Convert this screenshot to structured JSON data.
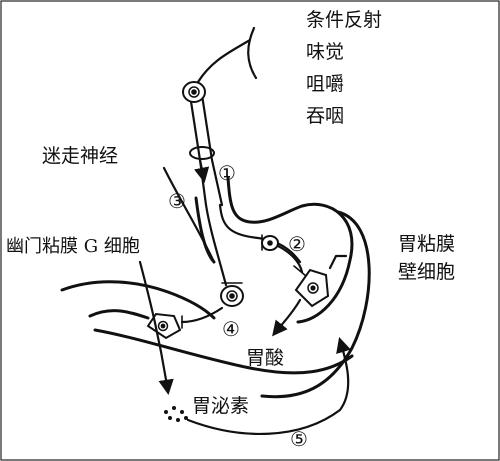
{
  "labels": {
    "stimuli": [
      "条件反射",
      "味觉",
      "咀嚼",
      "吞咽"
    ],
    "vagus": "迷走神经",
    "pyloric": "幽门粘膜 G 细胞",
    "parietal_line1": "胃粘膜",
    "parietal_line2": "壁细胞",
    "acid": "胃酸",
    "gastrin": "胃泌素"
  },
  "pathways": {
    "p1": "①",
    "p2": "②",
    "p3": "③",
    "p4": "④",
    "p5": "⑤"
  }
}
